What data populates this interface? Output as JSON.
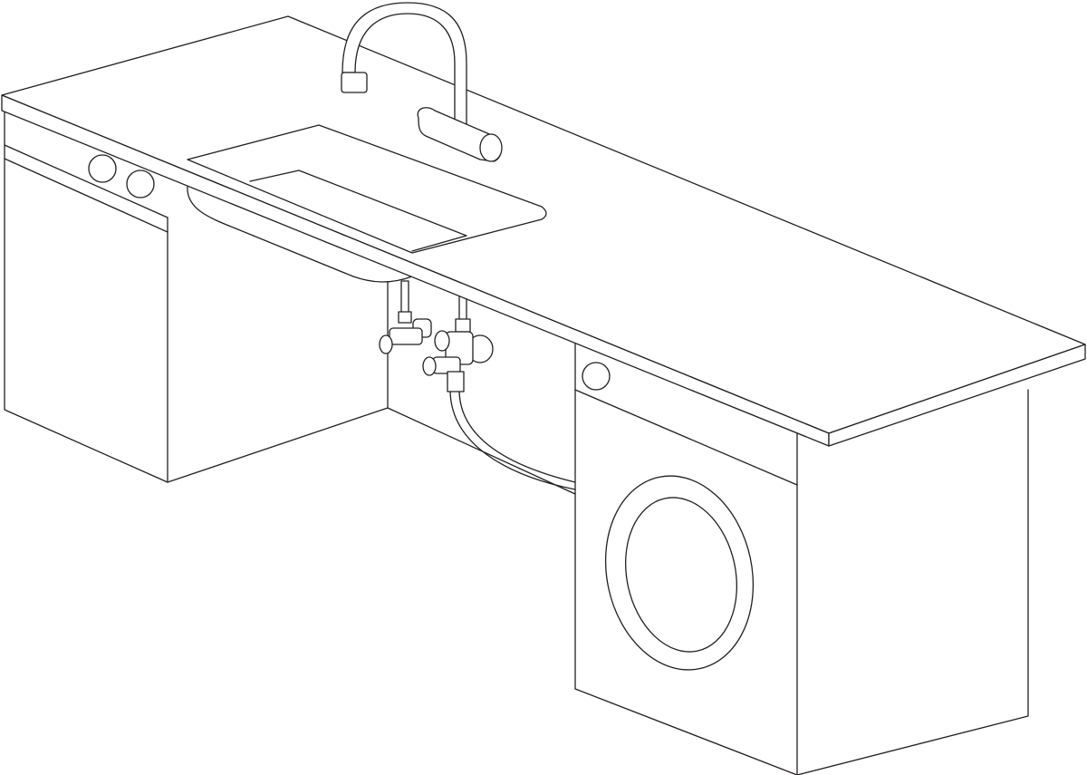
{
  "drawing": {
    "colors": {
      "line": "#231f20",
      "background": "#ffffff"
    },
    "components": [
      "countertop",
      "sink",
      "faucet",
      "dishwasher",
      "washing-machine",
      "angle-valves",
      "inlet-hose"
    ]
  }
}
